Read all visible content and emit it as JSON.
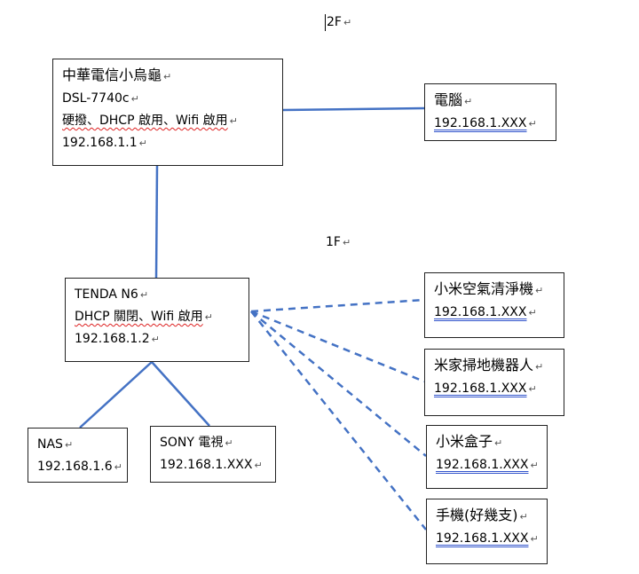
{
  "floors": {
    "upper": "2F",
    "lower": "1F"
  },
  "colors": {
    "link_line": "#4472c4",
    "box_border": "#222222"
  },
  "nodes": {
    "cht_modem": {
      "lines": [
        "中華電信小烏龜",
        "DSL-7740c",
        "硬撥、DHCP 啟用、Wifi 啟用",
        "192.168.1.1"
      ]
    },
    "pc": {
      "lines": [
        "電腦",
        "192.168.1.XXX"
      ]
    },
    "tenda": {
      "lines": [
        "TENDA N6",
        "DHCP 關閉、Wifi 啟用",
        "192.168.1.2"
      ]
    },
    "nas": {
      "lines": [
        "NAS",
        "192.168.1.6"
      ]
    },
    "sony_tv": {
      "lines": [
        "SONY 電視",
        "192.168.1.XXX"
      ]
    },
    "air_purifier": {
      "lines": [
        "小米空氣清淨機",
        "192.168.1.XXX"
      ]
    },
    "robot_vacuum": {
      "lines": [
        "米家掃地機器人",
        "192.168.1.XXX"
      ]
    },
    "mi_box": {
      "lines": [
        "小米盒子",
        "192.168.1.XXX"
      ]
    },
    "phones": {
      "lines": [
        "手機(好幾支)",
        "192.168.1.XXX"
      ]
    }
  },
  "links": [
    {
      "from": "cht_modem",
      "to": "pc",
      "style": "solid"
    },
    {
      "from": "cht_modem",
      "to": "tenda",
      "style": "solid"
    },
    {
      "from": "tenda",
      "to": "nas",
      "style": "solid"
    },
    {
      "from": "tenda",
      "to": "sony_tv",
      "style": "solid"
    },
    {
      "from": "tenda",
      "to": "air_purifier",
      "style": "wireless"
    },
    {
      "from": "tenda",
      "to": "robot_vacuum",
      "style": "wireless"
    },
    {
      "from": "tenda",
      "to": "mi_box",
      "style": "wireless"
    },
    {
      "from": "tenda",
      "to": "phones",
      "style": "wireless"
    }
  ]
}
